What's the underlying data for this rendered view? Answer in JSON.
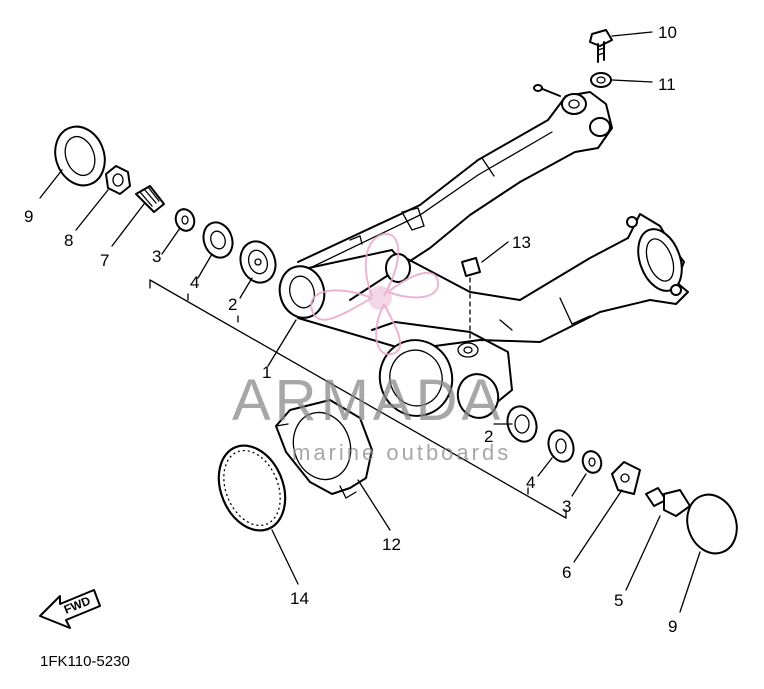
{
  "diagram": {
    "part_code": "1FK110-5230",
    "forward_label": "FWD",
    "callouts": [
      "1",
      "2",
      "2",
      "3",
      "3",
      "4",
      "4",
      "5",
      "6",
      "7",
      "8",
      "9",
      "9",
      "10",
      "11",
      "12",
      "13",
      "14"
    ]
  },
  "watermark": {
    "brand": "ARMADA",
    "tagline": "marine outboards",
    "color": "#e8a9c9"
  }
}
